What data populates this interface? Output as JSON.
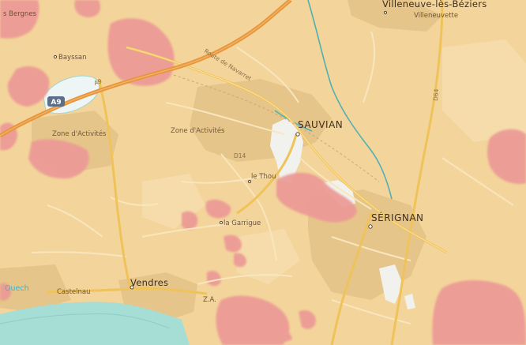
{
  "map": {
    "colors": {
      "base": "#f3d49a",
      "urban": "#e8c98c",
      "flood_zone": "#ec9a96",
      "white_zone": "#f1f1ee",
      "sea": "#a6ddd5",
      "water_line": "#4fb0b4",
      "motorway": "#e8963c",
      "main_road": "#f0c35a",
      "minor_road": "#f7e2b0"
    },
    "labels": {
      "beziers_edge": "s Bergnes",
      "villeneuve": "Villeneuve-lès-Béziers",
      "villeneuvette": "Villeneuvette",
      "bayssan": "Bayssan",
      "zone_activites_west": "Zone d'Activités",
      "zone_activites_center": "Zone d'Activités",
      "sauvian": "SAUVIAN",
      "le_thou": "le Thou",
      "la_garrigue": "la Garrigue",
      "serignan": "SÉRIGNAN",
      "vendres": "Vendres",
      "castelnau": "Castelnau",
      "za": "Z.A.",
      "ouech": "Ouech",
      "route_navarret": "Route de Navarret",
      "road_d64": "D64",
      "road_a9_small": "A9",
      "road_d14": "D14"
    },
    "shields": {
      "a9": "A9"
    }
  }
}
